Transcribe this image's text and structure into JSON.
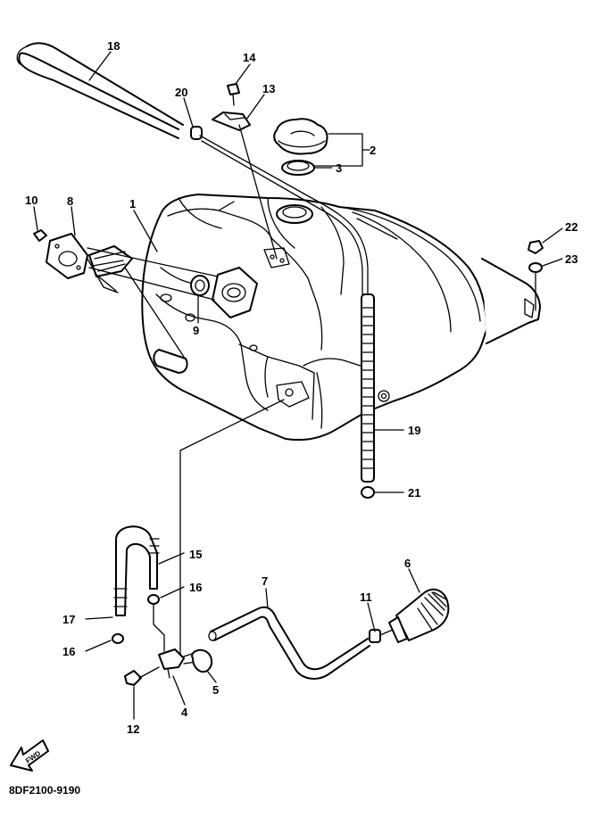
{
  "callouts": [
    {
      "id": "c1",
      "text": "1"
    },
    {
      "id": "c2",
      "text": "2"
    },
    {
      "id": "c3",
      "text": "3"
    },
    {
      "id": "c4",
      "text": "4"
    },
    {
      "id": "c5",
      "text": "5"
    },
    {
      "id": "c6",
      "text": "6"
    },
    {
      "id": "c7",
      "text": "7"
    },
    {
      "id": "c8",
      "text": "8"
    },
    {
      "id": "c9",
      "text": "9"
    },
    {
      "id": "c10",
      "text": "10"
    },
    {
      "id": "c11",
      "text": "11"
    },
    {
      "id": "c12",
      "text": "12"
    },
    {
      "id": "c13",
      "text": "13"
    },
    {
      "id": "c14",
      "text": "14"
    },
    {
      "id": "c15",
      "text": "15"
    },
    {
      "id": "c16a",
      "text": "16"
    },
    {
      "id": "c16b",
      "text": "16"
    },
    {
      "id": "c17",
      "text": "17"
    },
    {
      "id": "c18",
      "text": "18"
    },
    {
      "id": "c19",
      "text": "19"
    },
    {
      "id": "c20",
      "text": "20"
    },
    {
      "id": "c21",
      "text": "21"
    },
    {
      "id": "c22",
      "text": "22"
    },
    {
      "id": "c23",
      "text": "23"
    }
  ],
  "fwd_label": "FWD",
  "diagram_code": "8DF2100-9190"
}
